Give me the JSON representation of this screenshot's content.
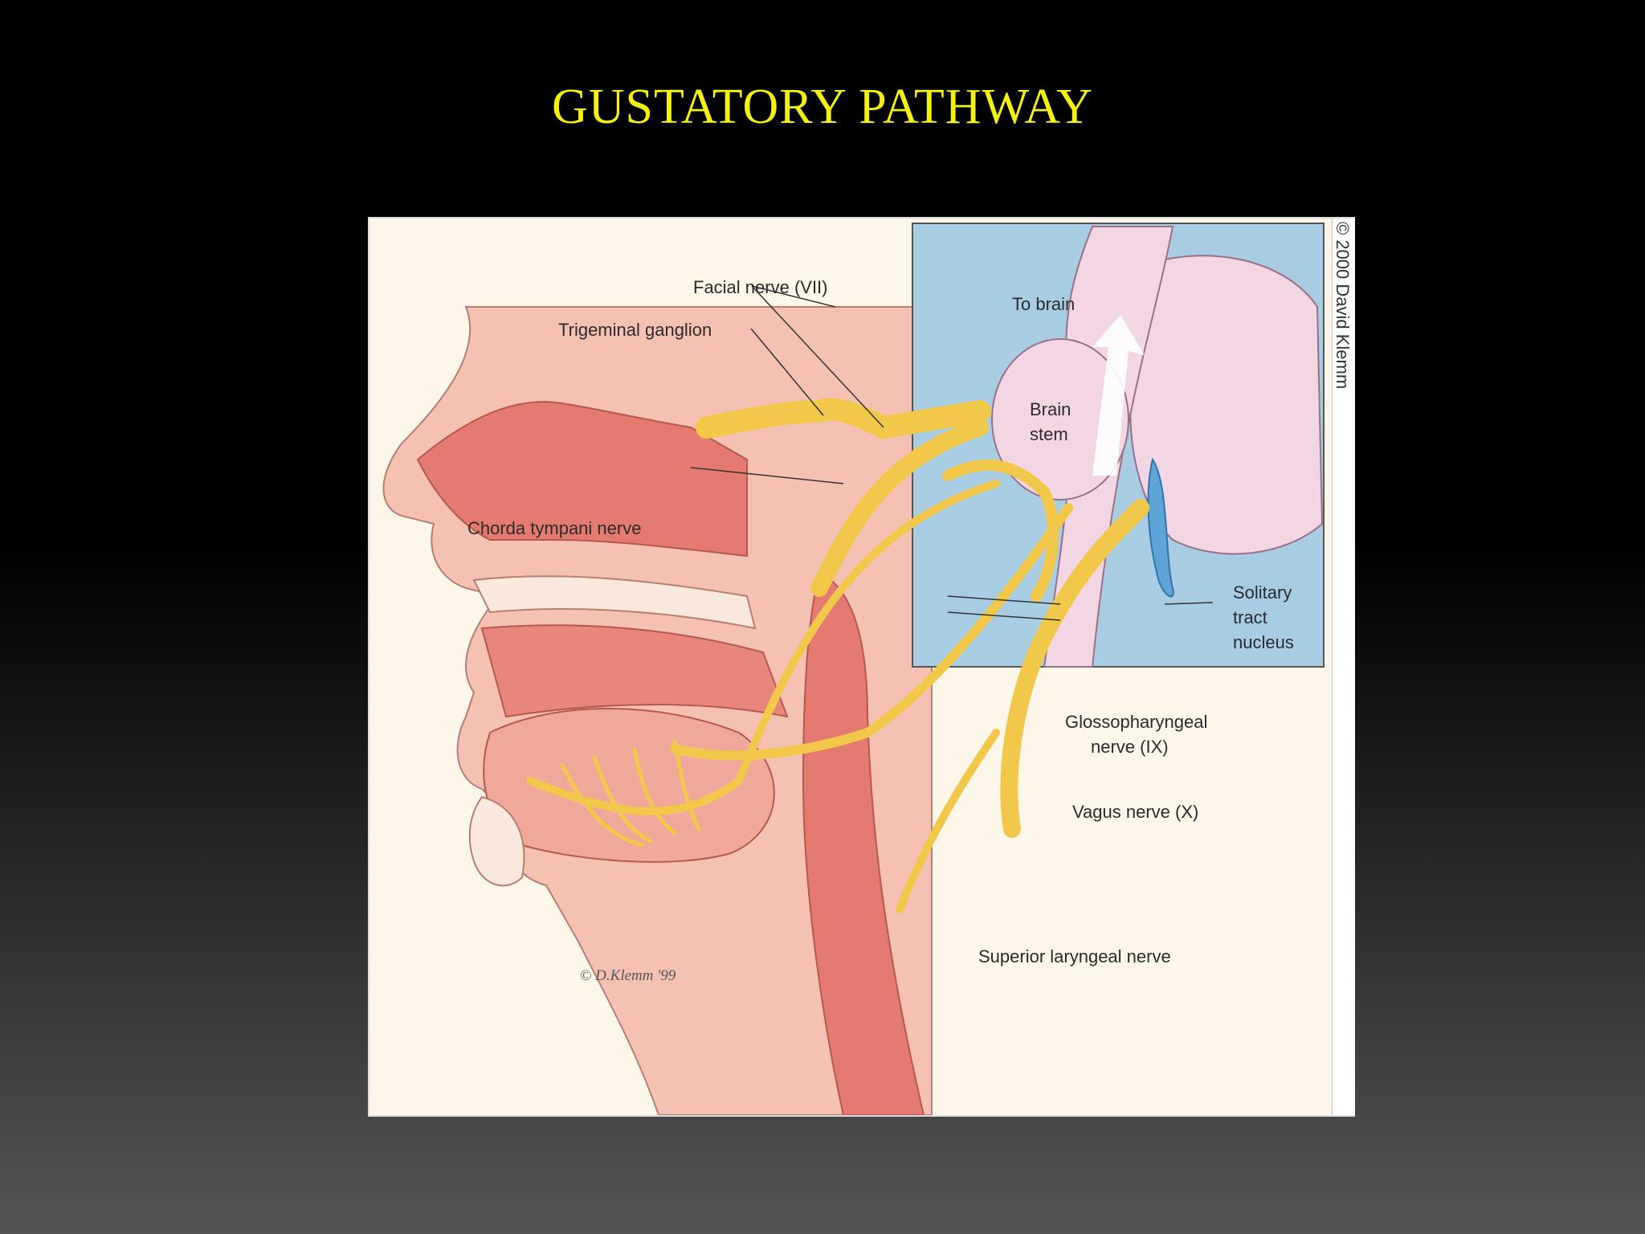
{
  "slide": {
    "title": "GUSTATORY PATHWAY"
  },
  "diagram": {
    "labels": {
      "facial_nerve": "Facial nerve (VII)",
      "trigeminal_ganglion": "Trigeminal ganglion",
      "chorda_tympani": "Chorda tympani nerve",
      "to_brain": "To brain",
      "brain_stem_1": "Brain",
      "brain_stem_2": "stem",
      "solitary_1": "Solitary",
      "solitary_2": "tract",
      "solitary_3": "nucleus",
      "glosso_1": "Glossopharyngeal",
      "glosso_2": "nerve (IX)",
      "vagus": "Vagus nerve (X)",
      "superior_laryngeal": "Superior laryngeal nerve",
      "signature": "© D.Klemm '99"
    },
    "copyright": "© 2000 David Klemm",
    "colors": {
      "nerve": "#f2c84b",
      "tissue": "#f2b3a6",
      "mucosa": "#e57a70",
      "inset_bg": "#a8cde3",
      "brain": "#f3d6e4"
    }
  }
}
